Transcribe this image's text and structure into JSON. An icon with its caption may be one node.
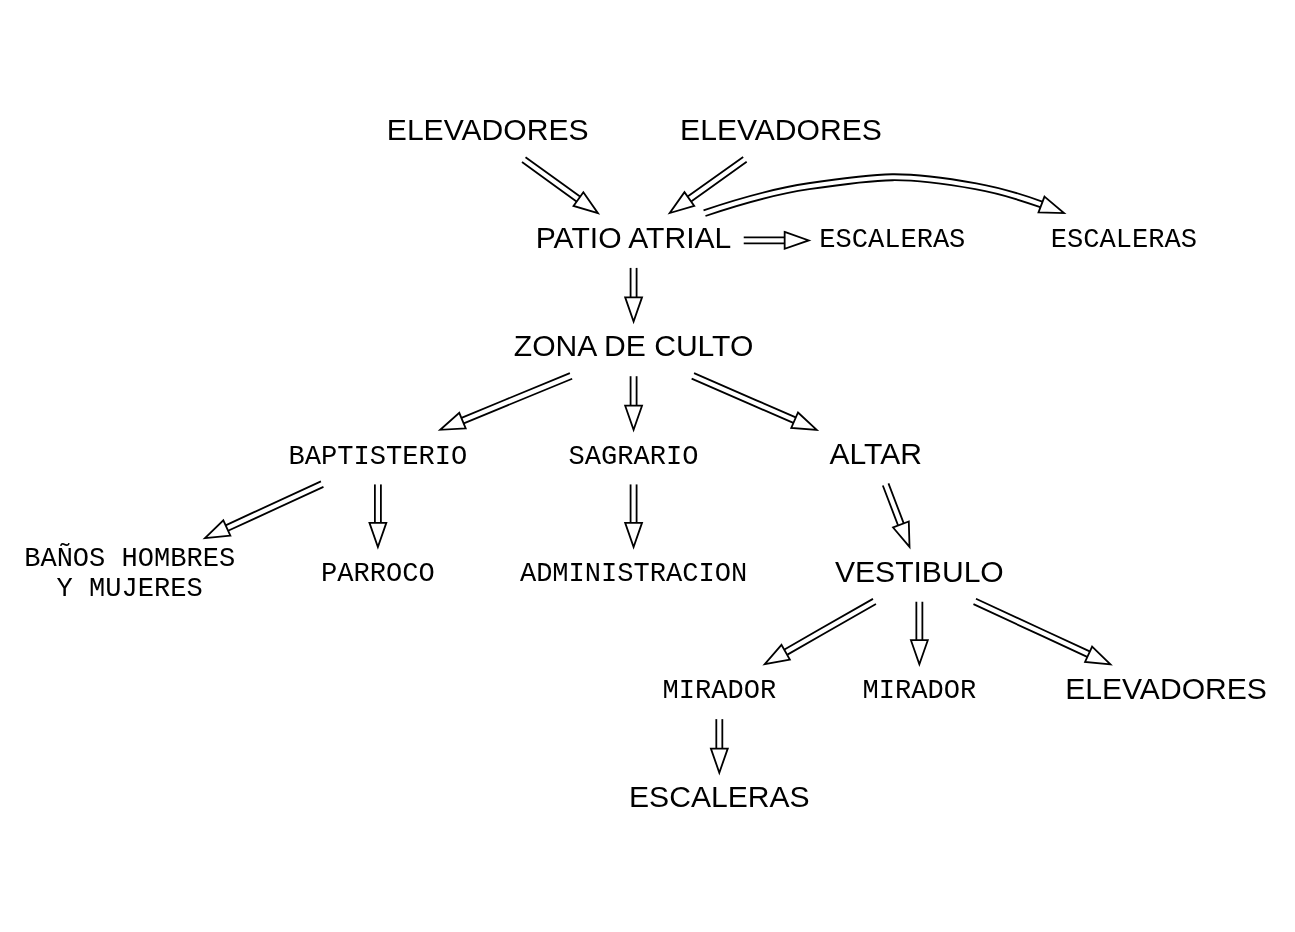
{
  "diagram": {
    "nodes": [
      {
        "text": [
          "ELEVADORES"
        ]
      },
      {
        "text": [
          "ELEVADORES"
        ]
      },
      {
        "text": [
          "ESCALERAS"
        ]
      },
      {
        "text": [
          "PATIO ATRIAL"
        ]
      },
      {
        "text": [
          "ESCALERAS"
        ]
      },
      {
        "text": [
          "ZONA DE CULTO"
        ]
      },
      {
        "text": [
          "BAPTISTERIO"
        ]
      },
      {
        "text": [
          "SAGRARIO"
        ]
      },
      {
        "text": [
          "BAÑOS HOMBRES Y MUJERES"
        ]
      },
      {
        "text": [
          "PARROCO"
        ]
      },
      {
        "text": [
          "ALTAR"
        ]
      },
      {
        "text": [
          "ADMINISTRACION"
        ]
      },
      {
        "text": [
          "VESTIBULO"
        ]
      },
      {
        "text": [
          "MIRADOR"
        ]
      },
      {
        "text": [
          "MIRADOR"
        ]
      },
      {
        "text": [
          "ESCALERAS"
        ]
      },
      {
        "text": [
          "ELEVADORES"
        ]
      }
    ],
    "edges": [
      {
        "from": 0,
        "to": 3,
        "arrow": "to"
      },
      {
        "from": 1,
        "to": 3,
        "arrow": "to"
      },
      {
        "from": 3,
        "to": 2,
        "arrow": "to"
      },
      {
        "from": 3,
        "to": 4,
        "arrow": "to"
      },
      {
        "from": 3,
        "to": 5,
        "arrow": "to"
      },
      {
        "from": 5,
        "to": 6,
        "arrow": "to"
      },
      {
        "from": 5,
        "to": 7,
        "arrow": "to"
      },
      {
        "from": 5,
        "to": 10,
        "arrow": "to"
      },
      {
        "from": 6,
        "to": 8,
        "arrow": "to"
      },
      {
        "from": 6,
        "to": 9,
        "arrow": "to"
      },
      {
        "from": 7,
        "to": 11,
        "arrow": "to"
      },
      {
        "from": 10,
        "to": 12,
        "arrow": "to"
      },
      {
        "from": 12,
        "to": 13,
        "arrow": "to"
      },
      {
        "from": 12,
        "to": 14,
        "arrow": "to"
      },
      {
        "from": 12,
        "to": 16,
        "arrow": "to"
      },
      {
        "from": 13,
        "to": 15,
        "arrow": "to"
      }
    ]
  }
}
